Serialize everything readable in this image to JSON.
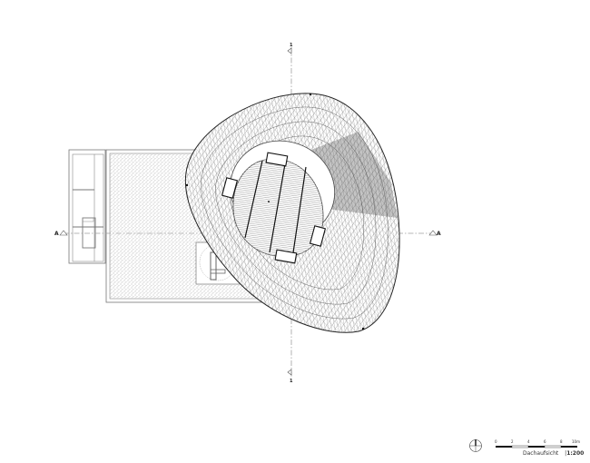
{
  "drawing": {
    "title": "Dachaufsicht",
    "scale": "1:200",
    "scale_separator": "|",
    "section_markers": {
      "horizontal_left": "A",
      "horizontal_right": "A",
      "vertical_top": "1",
      "vertical_bottom": "1"
    },
    "scale_bar": {
      "ticks": [
        "0",
        "2",
        "4",
        "6",
        "8",
        "10m"
      ]
    },
    "icons": {
      "north_arrow": "north-arrow-icon",
      "section_marker": "section-marker-icon"
    },
    "colors": {
      "line": "#1a1a1a",
      "hatch": "#9a9a9a",
      "shadow": "#6e6e6e",
      "axis": "#a0a0a0",
      "background": "#ffffff"
    }
  }
}
